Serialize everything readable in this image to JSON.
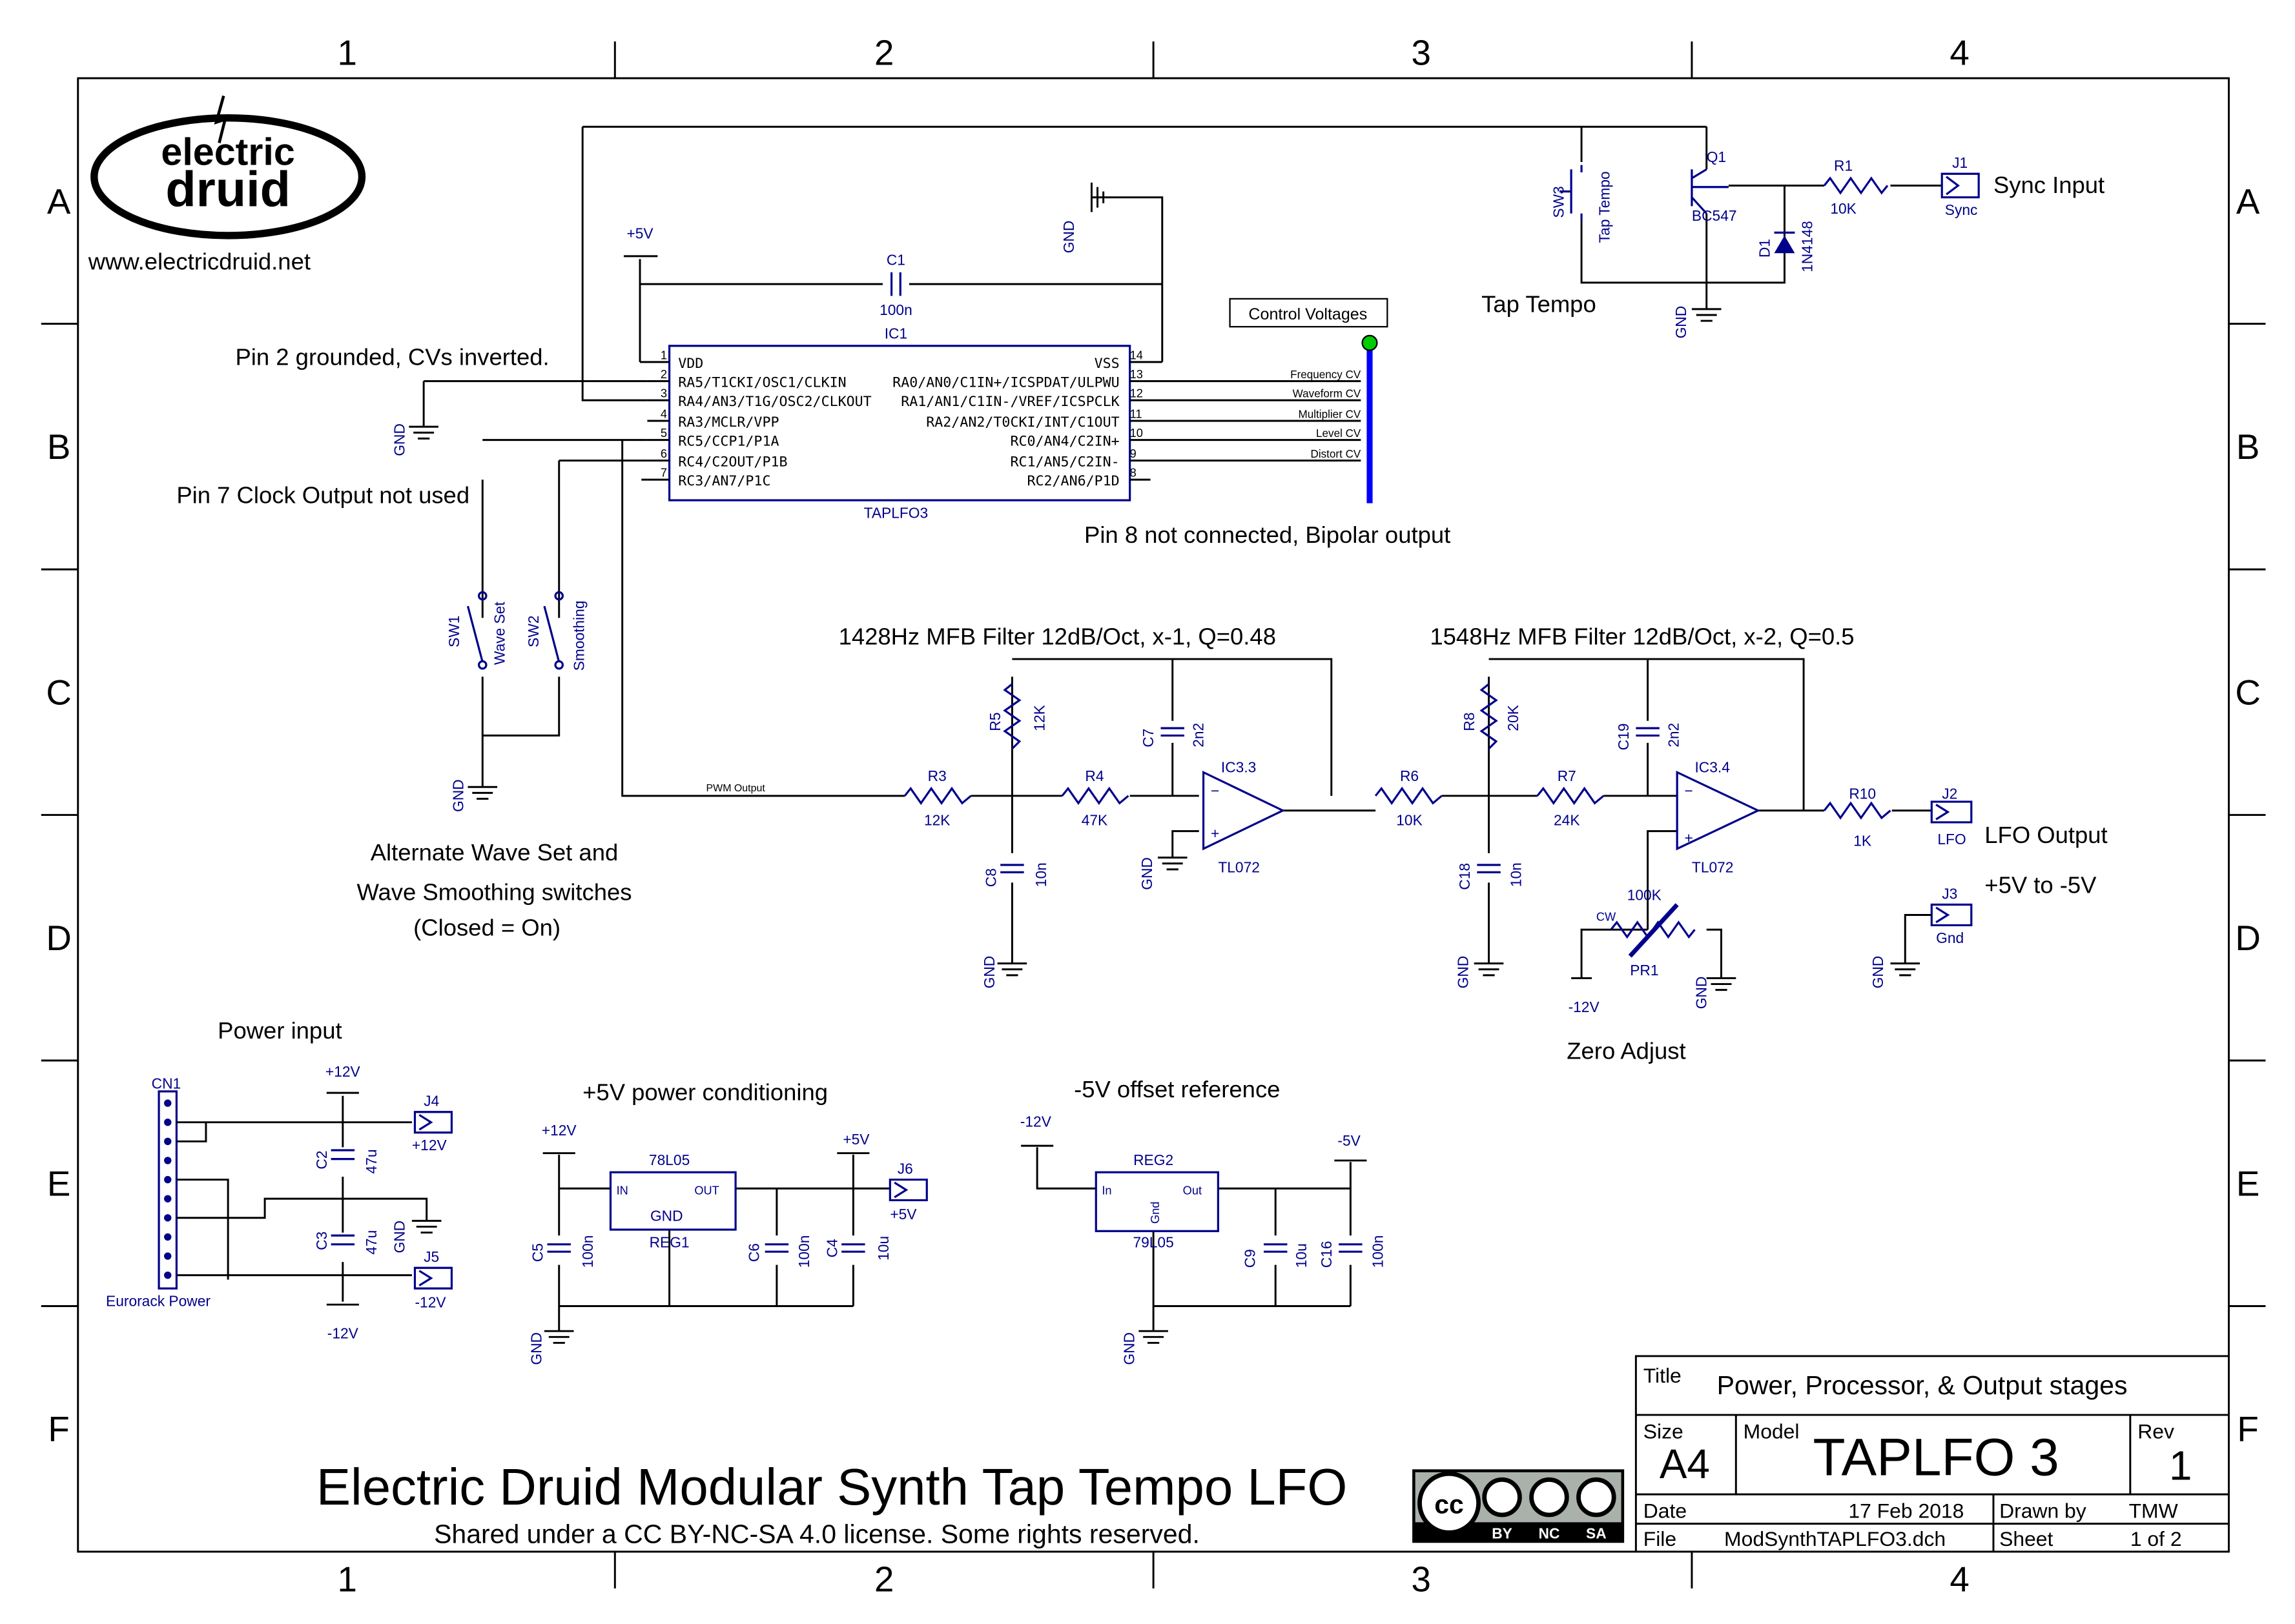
{
  "frame": {
    "columns": [
      "1",
      "2",
      "3",
      "4"
    ],
    "rows": [
      "A",
      "B",
      "C",
      "D",
      "E",
      "F"
    ]
  },
  "logo": {
    "line1": "electric",
    "line2": "druid",
    "url": "www.electricdruid.net"
  },
  "notes": {
    "pin2": "Pin 2 grounded, CVs inverted.",
    "pin7": "Pin 7 Clock Output not used",
    "pin8": "Pin 8 not connected, Bipolar output",
    "switches": [
      "Alternate Wave Set and",
      "Wave Smoothing switches",
      "(Closed = On)"
    ],
    "tap_tempo": "Tap Tempo",
    "zero_adjust": "Zero Adjust",
    "power_input": "Power input",
    "plus5": "+5V power conditioning",
    "minus5": "-5V offset reference",
    "filter1": "1428Hz MFB Filter 12dB/Oct, x-1, Q=0.48",
    "filter2": "1548Hz MFB Filter 12dB/Oct, x-2, Q=0.5",
    "sync_input": "Sync Input",
    "lfo_output": "LFO Output",
    "lfo_range": "+5V to -5V"
  },
  "ic1": {
    "ref": "IC1",
    "part": "TAPLFO3",
    "left_pins": [
      {
        "n": "1",
        "name": "VDD"
      },
      {
        "n": "2",
        "name": "RA5/T1CKI/OSC1/CLKIN"
      },
      {
        "n": "3",
        "name": "RA4/AN3/T1G/OSC2/CLKOUT"
      },
      {
        "n": "4",
        "name": "RA3/MCLR/VPP"
      },
      {
        "n": "5",
        "name": "RC5/CCP1/P1A"
      },
      {
        "n": "6",
        "name": "RC4/C2OUT/P1B"
      },
      {
        "n": "7",
        "name": "RC3/AN7/P1C"
      }
    ],
    "right_pins": [
      {
        "n": "14",
        "name": "VSS"
      },
      {
        "n": "13",
        "name": "RA0/AN0/C1IN+/ICSPDAT/ULPWU"
      },
      {
        "n": "12",
        "name": "RA1/AN1/C1IN-/VREF/ICSPCLK"
      },
      {
        "n": "11",
        "name": "RA2/AN2/T0CKI/INT/C1OUT"
      },
      {
        "n": "10",
        "name": "RC0/AN4/C2IN+"
      },
      {
        "n": "9",
        "name": "RC1/AN5/C2IN-"
      },
      {
        "n": "8",
        "name": "RC2/AN6/P1D"
      }
    ]
  },
  "bus": {
    "label": "Control Voltages",
    "signals": [
      "Frequency CV",
      "Waveform CV",
      "Multiplier CV",
      "Level CV",
      "Distort CV"
    ],
    "dot_color": "#00cc00",
    "bus_color": "#0000ff"
  },
  "nets": {
    "gnd": "GND",
    "p5": "+5V",
    "m5": "-5V",
    "p12": "+12V",
    "m12": "-12V",
    "pwm": "PWM Output",
    "cw": "CW"
  },
  "parts": {
    "C1": {
      "ref": "C1",
      "val": "100n"
    },
    "SW3": {
      "ref": "SW3",
      "val": "Tap Tempo"
    },
    "Q1": {
      "ref": "Q1",
      "val": "BC547"
    },
    "R1": {
      "ref": "R1",
      "val": "10K"
    },
    "J1": {
      "ref": "J1",
      "val": "Sync"
    },
    "D1": {
      "ref": "D1",
      "val": "1N4148"
    },
    "SW1": {
      "ref": "SW1",
      "val": "Wave Set"
    },
    "SW2": {
      "ref": "SW2",
      "val": "Smoothing"
    },
    "R3": {
      "ref": "R3",
      "val": "12K"
    },
    "R4": {
      "ref": "R4",
      "val": "47K"
    },
    "R5": {
      "ref": "R5",
      "val": "12K"
    },
    "C7": {
      "ref": "C7",
      "val": "2n2"
    },
    "C8": {
      "ref": "C8",
      "val": "10n"
    },
    "IC33": {
      "ref": "IC3.3",
      "val": "TL072"
    },
    "R6": {
      "ref": "R6",
      "val": "10K"
    },
    "R7": {
      "ref": "R7",
      "val": "24K"
    },
    "R8": {
      "ref": "R8",
      "val": "20K"
    },
    "C19": {
      "ref": "C19",
      "val": "2n2"
    },
    "C18": {
      "ref": "C18",
      "val": "10n"
    },
    "IC34": {
      "ref": "IC3.4",
      "val": "TL072"
    },
    "R10": {
      "ref": "R10",
      "val": "1K"
    },
    "J2": {
      "ref": "J2",
      "val": "LFO"
    },
    "J3": {
      "ref": "J3",
      "val": "Gnd"
    },
    "PR1": {
      "ref": "PR1",
      "val": "100K"
    },
    "CN1": {
      "ref": "CN1",
      "val": "Eurorack Power"
    },
    "C2": {
      "ref": "C2",
      "val": "47u"
    },
    "C3": {
      "ref": "C3",
      "val": "47u"
    },
    "J4": {
      "ref": "J4",
      "val": "+12V"
    },
    "J5": {
      "ref": "J5",
      "val": "-12V"
    },
    "REG1": {
      "ref": "REG1",
      "val": "78L05",
      "in": "IN",
      "out": "OUT",
      "gnd": "GND"
    },
    "C5": {
      "ref": "C5",
      "val": "100n"
    },
    "C6": {
      "ref": "C6",
      "val": "100n"
    },
    "C4": {
      "ref": "C4",
      "val": "10u"
    },
    "J6": {
      "ref": "J6",
      "val": "+5V"
    },
    "REG2": {
      "ref": "REG2",
      "val": "79L05",
      "in": "In",
      "out": "Out",
      "gnd": "Gnd"
    },
    "C9": {
      "ref": "C9",
      "val": "10u"
    },
    "C16": {
      "ref": "C16",
      "val": "100n"
    }
  },
  "footer": {
    "title": "Electric Druid Modular Synth Tap Tempo LFO",
    "license": "Shared under a CC BY-NC-SA 4.0 license. Some rights reserved.",
    "cc": [
      "BY",
      "NC",
      "SA"
    ]
  },
  "titleblock": {
    "title_label": "Title",
    "title": "Power, Processor, & Output stages",
    "size_label": "Size",
    "size": "A4",
    "model_label": "Model",
    "model": "TAPLFO 3",
    "rev_label": "Rev",
    "rev": "1",
    "date_label": "Date",
    "date": "17 Feb 2018",
    "drawn_label": "Drawn by",
    "drawn": "TMW",
    "file_label": "File",
    "file": "ModSynthTAPLFO3.dch",
    "sheet_label": "Sheet",
    "sheet": "1 of 2"
  }
}
